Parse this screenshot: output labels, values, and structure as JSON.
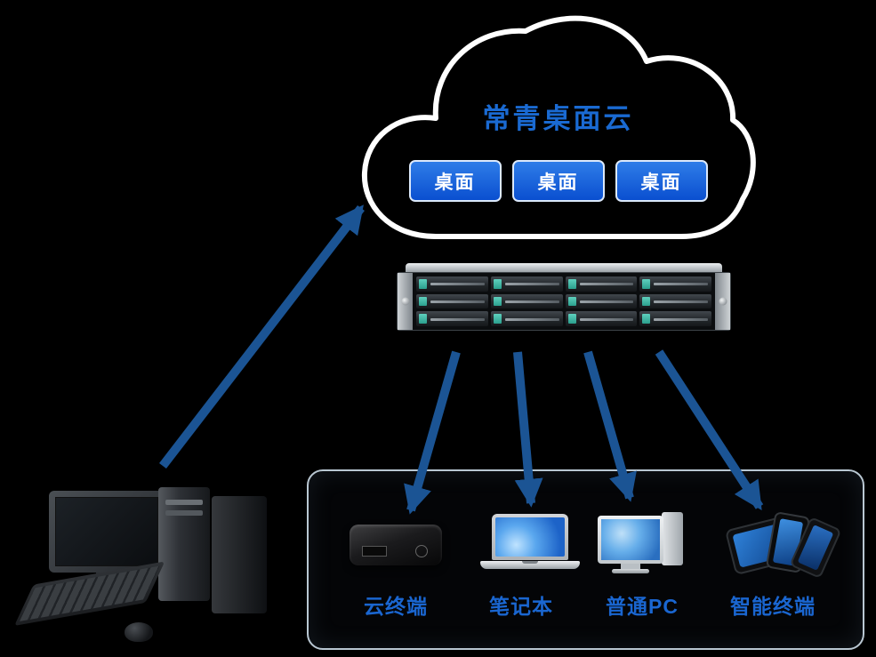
{
  "cloud": {
    "title": "常青桌面云",
    "desktop_buttons": [
      "桌面",
      "桌面",
      "桌面"
    ]
  },
  "terminals": {
    "items": [
      {
        "label": "云终端"
      },
      {
        "label": "笔记本"
      },
      {
        "label": "普通PC"
      },
      {
        "label": "智能终端"
      }
    ]
  },
  "icons": {
    "cloud": "cloud-outline",
    "server": "rack-server",
    "thin_client": "thin-client-box",
    "laptop": "laptop",
    "desktop_pc": "desktop-monitor-and-tower",
    "smart_terminal": "smartphones-fan",
    "workstation": "desktop-workstation",
    "arrow": "blue-connector-arrow"
  },
  "colors": {
    "background": "#000000",
    "title_blue": "#1a6ad2",
    "label_blue": "#1a66d0",
    "button_blue_top": "#2f7de8",
    "button_blue_bottom": "#0a4fd0",
    "arrow_blue": "#1b5494",
    "panel_border": "#b9c7d2",
    "server_latch_teal": "#5fd0be"
  }
}
